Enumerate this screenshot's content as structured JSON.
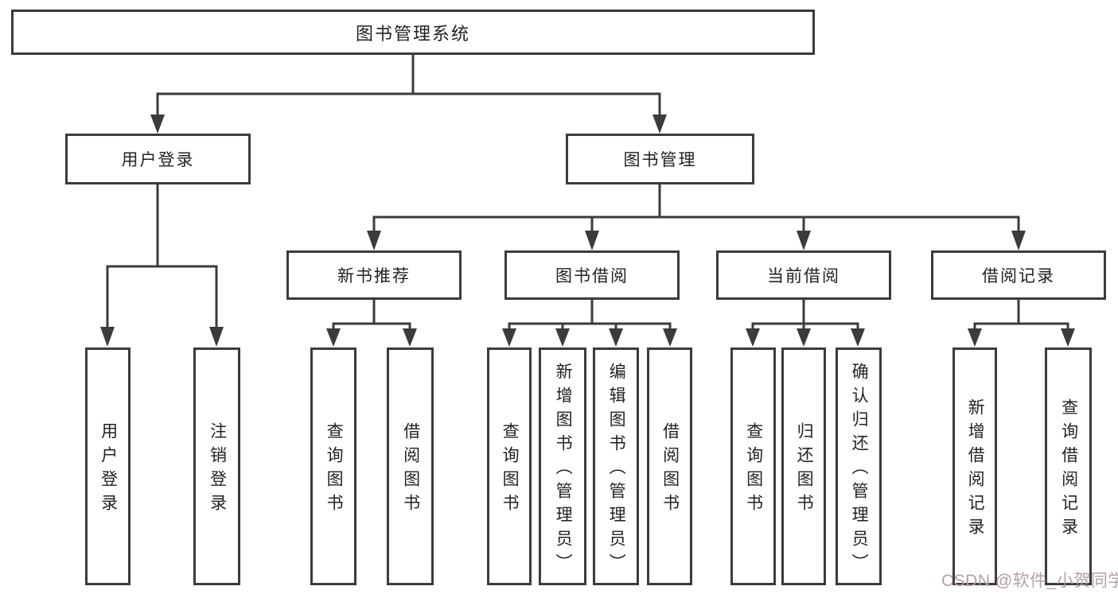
{
  "diagram_type": "hierarchy-tree",
  "colors": {
    "line": "#3b3b3b",
    "box_border": "#3b3b3b",
    "text": "#222222",
    "background": "#ffffff",
    "watermark": "#b5a0a2"
  },
  "nodes": {
    "root": {
      "label": "图书管理系统"
    },
    "level2": [
      {
        "label": "用户登录"
      },
      {
        "label": "图书管理"
      }
    ],
    "level3": [
      {
        "label": "新书推荐",
        "parent": "图书管理"
      },
      {
        "label": "图书借阅",
        "parent": "图书管理"
      },
      {
        "label": "当前借阅",
        "parent": "图书管理"
      },
      {
        "label": "借阅记录",
        "parent": "图书管理"
      }
    ],
    "leaves": [
      {
        "label": "用户登录",
        "parent": "用户登录"
      },
      {
        "label": "注销登录",
        "parent": "用户登录"
      },
      {
        "label": "查询图书",
        "parent": "新书推荐"
      },
      {
        "label": "借阅图书",
        "parent": "新书推荐"
      },
      {
        "label": "查询图书",
        "parent": "图书借阅"
      },
      {
        "label": "新增图书（管理员）",
        "parent": "图书借阅"
      },
      {
        "label": "编辑图书（管理员）",
        "parent": "图书借阅"
      },
      {
        "label": "借阅图书",
        "parent": "图书借阅"
      },
      {
        "label": "查询图书",
        "parent": "当前借阅"
      },
      {
        "label": "归还图书",
        "parent": "当前借阅"
      },
      {
        "label": "确认归还（管理员）",
        "parent": "当前借阅"
      },
      {
        "label": "新增借阅记录",
        "parent": "借阅记录"
      },
      {
        "label": "查询借阅记录",
        "parent": "借阅记录"
      }
    ]
  },
  "watermark": {
    "text": "CSDN @软件_小贺同学"
  }
}
